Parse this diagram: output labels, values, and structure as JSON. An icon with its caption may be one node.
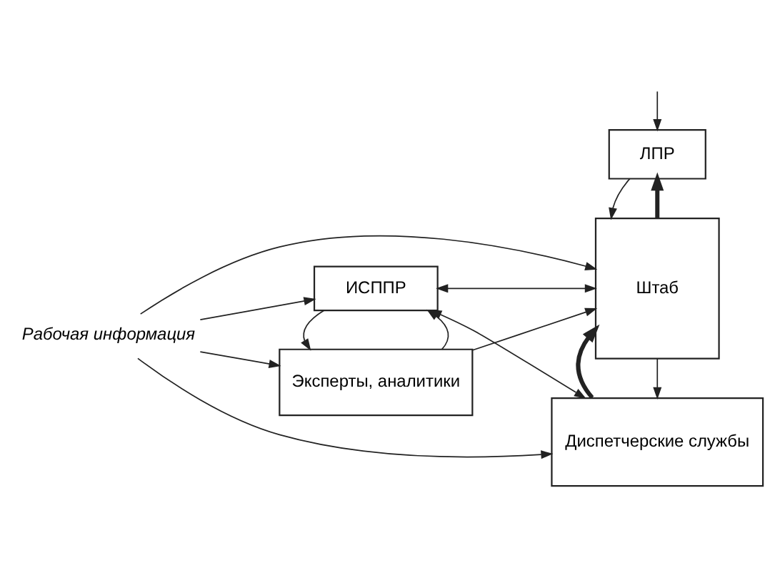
{
  "diagram": {
    "nodes": [
      {
        "text": [
          "ЛПР"
        ]
      },
      {
        "text": [
          "Рабочая информация"
        ]
      },
      {
        "text": [
          "Эксперты, аналитики"
        ]
      },
      {
        "text": [
          "Штаб"
        ]
      },
      {
        "text": [
          "ИСППР"
        ]
      },
      {
        "text": [
          "Диспетчерские службы"
        ]
      }
    ],
    "edges": [
      {
        "from": null,
        "to": 0,
        "arrow": "to"
      },
      {
        "from": 3,
        "to": 0,
        "arrow": "to",
        "style": "thick"
      },
      {
        "from": 0,
        "to": 3,
        "arrow": "to"
      },
      {
        "from": 1,
        "to": 3,
        "arrow": "to"
      },
      {
        "from": 1,
        "to": 2,
        "arrow": "to"
      },
      {
        "from": 2,
        "to": 3,
        "arrow": "to"
      },
      {
        "from": 2,
        "to": 4,
        "arrow": "to"
      },
      {
        "from": 4,
        "to": 2,
        "arrow": "to"
      },
      {
        "from": 1,
        "to": 4,
        "arrow": "to"
      },
      {
        "from": 4,
        "to": 3,
        "arrow": "both"
      },
      {
        "from": 3,
        "to": 5,
        "arrow": "to"
      },
      {
        "from": 5,
        "to": 3,
        "arrow": "to",
        "style": "thick"
      },
      {
        "from": 4,
        "to": 5,
        "arrow": "both"
      },
      {
        "from": 1,
        "to": 5,
        "arrow": "to"
      }
    ]
  }
}
